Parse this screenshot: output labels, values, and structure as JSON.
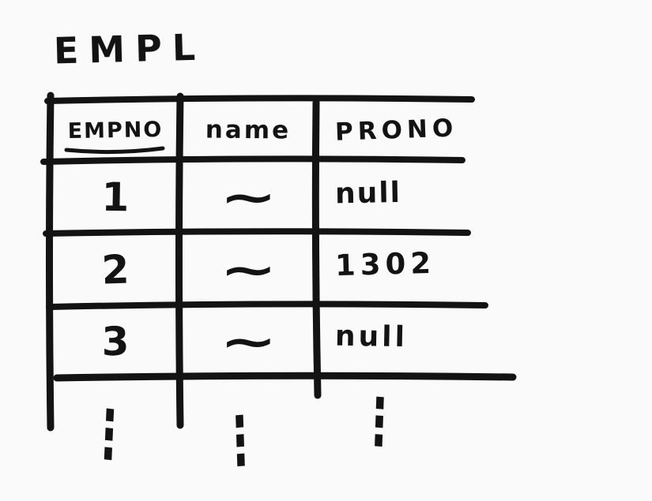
{
  "background_color": "#fafafa",
  "ink_color": "#131313",
  "title": "EMPL",
  "table": {
    "columns": [
      {
        "label": "EMPNO",
        "underlined": true
      },
      {
        "label": "name",
        "underlined": false
      },
      {
        "label": "PRONO",
        "underlined": false
      }
    ],
    "rows": [
      [
        "1",
        "~",
        "null"
      ],
      [
        "2",
        "~",
        "1302"
      ],
      [
        "3",
        "~",
        "null"
      ]
    ],
    "more_rows_indicator": "⋮"
  }
}
